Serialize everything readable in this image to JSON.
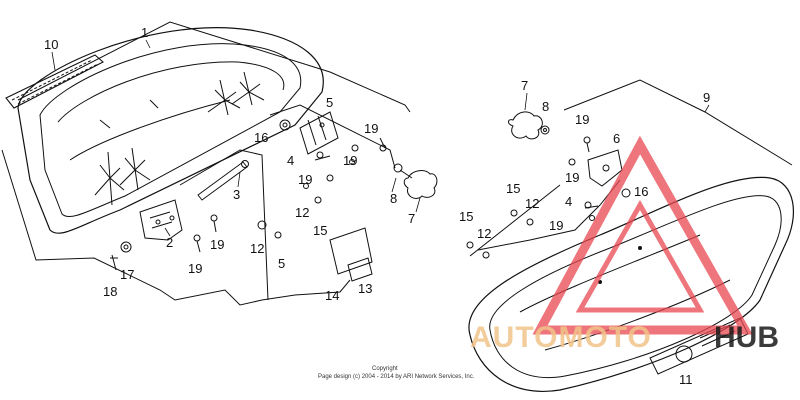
{
  "callouts": {
    "c1": "1",
    "c2": "2",
    "c3": "3",
    "c4a": "4",
    "c4b": "4",
    "c5a": "5",
    "c5b": "5",
    "c6": "6",
    "c7a": "7",
    "c7b": "7",
    "c8a": "8",
    "c8b": "8",
    "c9": "9",
    "c10": "10",
    "c11": "11",
    "c12a": "12",
    "c12b": "12",
    "c12c": "12",
    "c12d": "12",
    "c13": "13",
    "c14": "14",
    "c15a": "15",
    "c15b": "15",
    "c15c": "15",
    "c16a": "16",
    "c16b": "16",
    "c17": "17",
    "c18": "18",
    "c19a": "19",
    "c19b": "19",
    "c19c": "19",
    "c19d": "19",
    "c19e": "19",
    "c19f": "19",
    "c19g": "19"
  },
  "copyright": {
    "line1": "Copyright",
    "line2": "Page design (c) 2004 - 2014 by ARI Network Services, Inc."
  },
  "watermark": {
    "part1": "AUTOMOTO",
    "part2": "HUB",
    "logo": "warning-triangle-logo",
    "accent_color": "#e8474f",
    "text_color": "#f2c48a"
  }
}
